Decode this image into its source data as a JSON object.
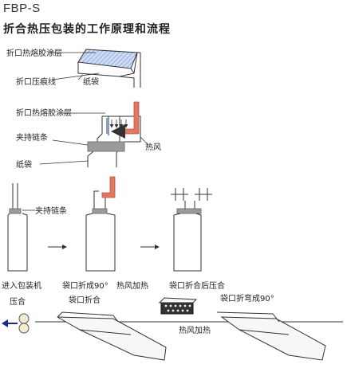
{
  "header": {
    "model": "FBP-S",
    "title": "折合热压包装的工作原理和流程"
  },
  "top_figure": {
    "label_coating": "折口热熔胶涂层",
    "label_crease": "折口压痕线",
    "label_bag": "纸袋"
  },
  "middle_figure": {
    "label_coating": "折口热熔胶涂层",
    "label_hot_air": "热风",
    "label_chain": "夹持链条",
    "label_bag": "纸袋"
  },
  "steps": {
    "chain_label": "夹持链条",
    "step1_line1": "进入包装机",
    "step1_line2": "压合",
    "step2_fold": "袋口折成90°",
    "step2_hot_air": "热风加热",
    "step2_press": "袋口折合",
    "step3": "袋口折合后压合",
    "step4": "袋口折弯成90°"
  },
  "conveyor": {
    "hot_air_label": "热风加热"
  },
  "colors": {
    "line": "#333333",
    "coating_blue": "#7fa3d9",
    "hot_air": "#e2785f",
    "chain_gray": "#9a9a9a",
    "flow_arrow": "#1c2a8c"
  }
}
